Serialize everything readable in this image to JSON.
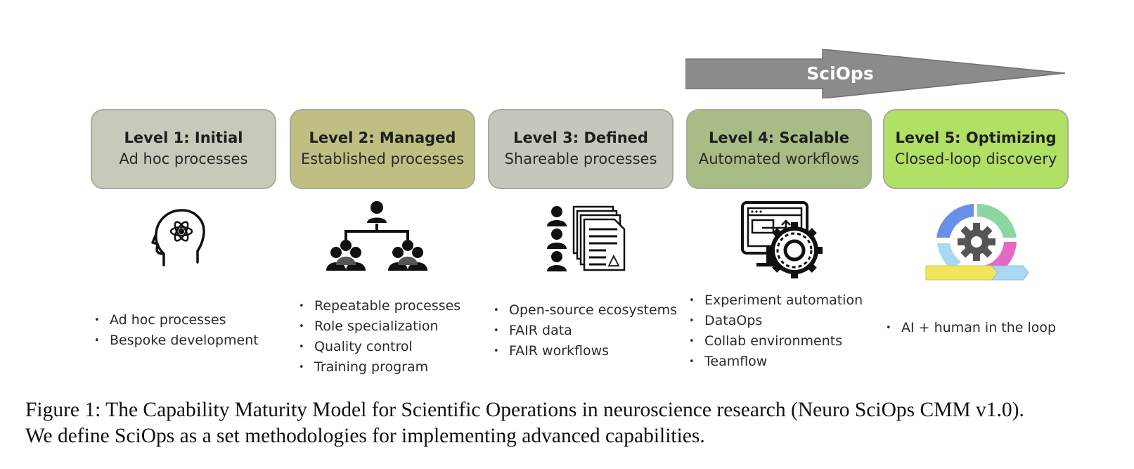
{
  "arrow": {
    "label": "SciOps",
    "color": "#8b8b8b"
  },
  "levels": [
    {
      "title": "Level 1: Initial",
      "subtitle": "Ad hoc processes",
      "color": "#c7c9ba",
      "icon": "brain-head-icon",
      "bullets": [
        "Ad hoc processes",
        "Bespoke development"
      ]
    },
    {
      "title": "Level 2: Managed",
      "subtitle": "Established processes",
      "color": "#bfbf84",
      "icon": "org-chart-icon",
      "bullets": [
        "Repeatable processes",
        "Role specialization",
        "Quality control",
        "Training program"
      ]
    },
    {
      "title": "Level 3: Defined",
      "subtitle": "Shareable processes",
      "color": "#c4c7bb",
      "icon": "people-documents-icon",
      "bullets": [
        "Open-source ecosystems",
        "FAIR data",
        "FAIR workflows"
      ]
    },
    {
      "title": "Level 4: Scalable",
      "subtitle": "Automated workflows",
      "color": "#a8bc85",
      "icon": "monitor-gear-icon",
      "bullets": [
        "Experiment automation",
        "DataOps",
        "Collab environments",
        "Teamflow"
      ]
    },
    {
      "title": "Level 5: Optimizing",
      "subtitle": "Closed-loop discovery",
      "color": "#b0e064",
      "icon": "cycle-gear-icon",
      "bullets": [
        "AI + human in the loop"
      ]
    }
  ],
  "caption": {
    "line1": "Figure 1: The Capability Maturity Model for Scientific Operations in neuroscience research (Neuro SciOps CMM v1.0).",
    "line2": "We define SciOps as a set methodologies for implementing advanced capabilities."
  }
}
